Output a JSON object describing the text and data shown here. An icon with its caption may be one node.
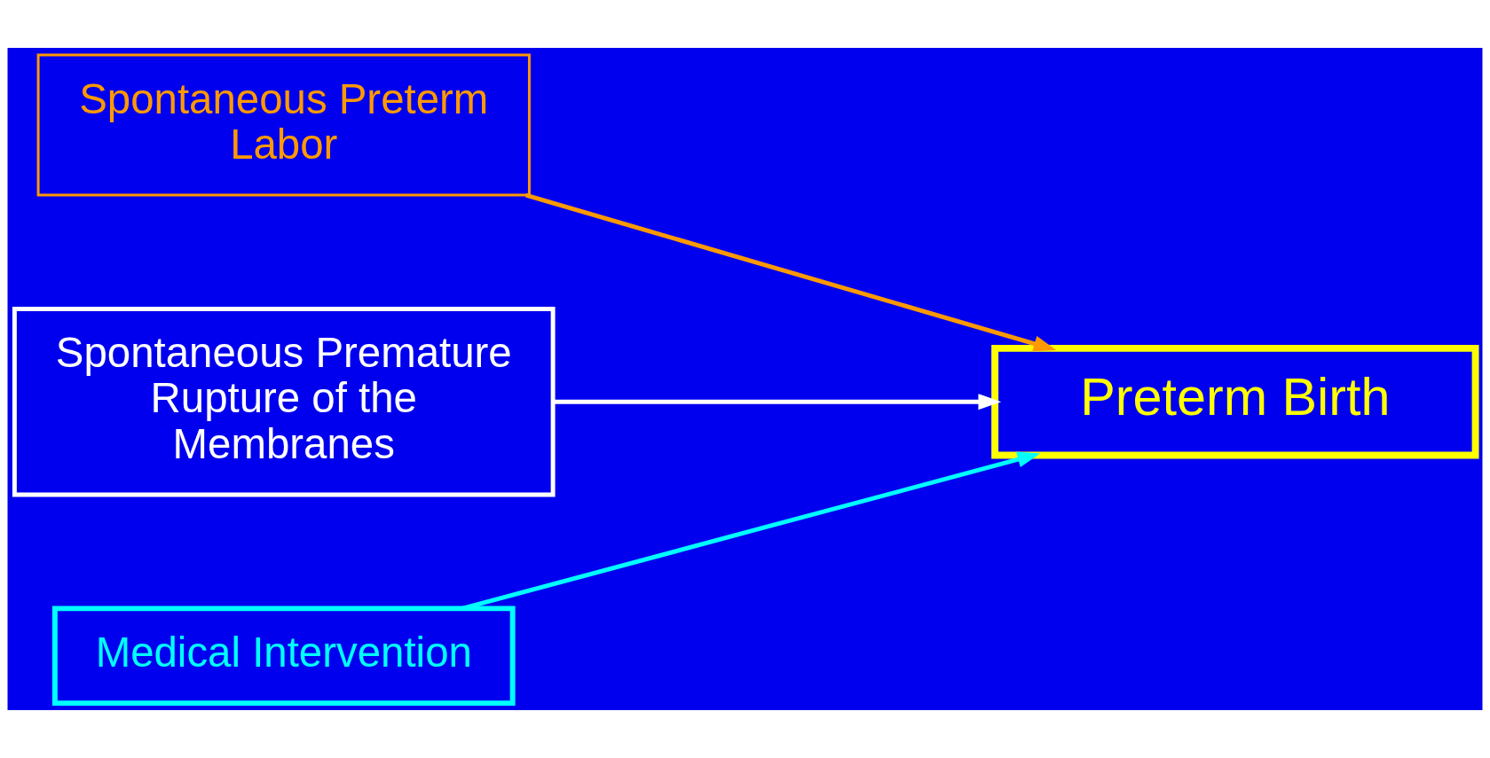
{
  "diagram": {
    "nodes": [
      {
        "text": [
          "Spontaneous Preterm Labor"
        ]
      },
      {
        "text": [
          "Spontaneous Premature Rupture of the Membranes"
        ]
      },
      {
        "text": [
          "Medical Intervention"
        ]
      },
      {
        "text": [
          "Preterm Birth"
        ]
      }
    ],
    "edges": [
      {
        "from": 0,
        "to": 3,
        "arrow": "to",
        "color": "#ff9900"
      },
      {
        "from": 1,
        "to": 3,
        "arrow": "to",
        "color": "#ffffff"
      },
      {
        "from": 2,
        "to": 3,
        "arrow": "to",
        "color": "#00ffff"
      }
    ]
  }
}
